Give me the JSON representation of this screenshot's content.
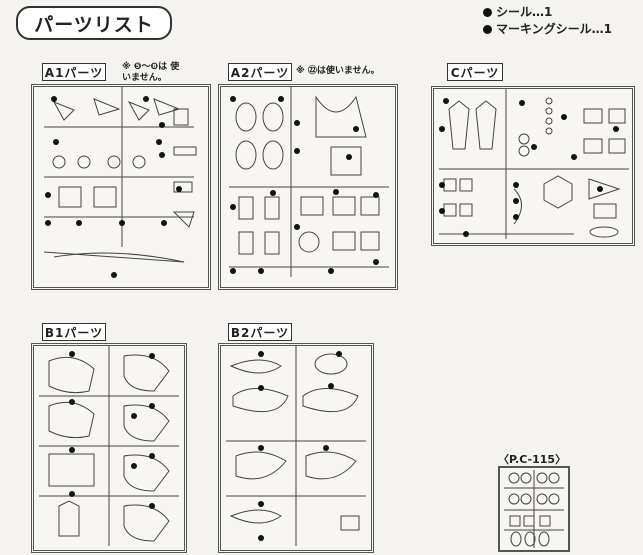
{
  "page": {
    "title": "パーツリスト"
  },
  "legend": [
    {
      "text": "シール…1"
    },
    {
      "text": "マーキングシール…1"
    }
  ],
  "runners": {
    "a1": {
      "label": "A1パーツ",
      "note": "※ ❺～❽は 使いません。"
    },
    "a2": {
      "label": "A2パーツ",
      "note": "※ ㉒は使いません。"
    },
    "c": {
      "label": "Cパーツ"
    },
    "b1": {
      "label": "B1パーツ"
    },
    "b2": {
      "label": "B2パーツ"
    },
    "pc": {
      "label": "〈P.C-115〉"
    }
  }
}
